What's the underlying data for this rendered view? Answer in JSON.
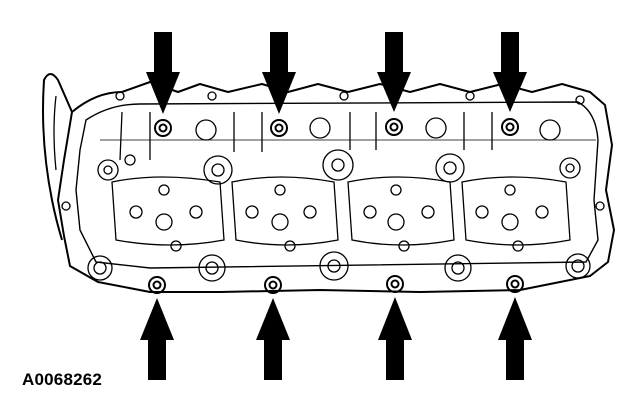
{
  "figure": {
    "id_label": "A0068262",
    "subject": "cylinder-head-bolt-locations",
    "colors": {
      "line": "#000000",
      "background": "#ffffff"
    },
    "bolt_markers": {
      "top_row_count": 4,
      "bottom_row_count": 4,
      "arrow_icon": "arrow-indicator-icon"
    }
  }
}
